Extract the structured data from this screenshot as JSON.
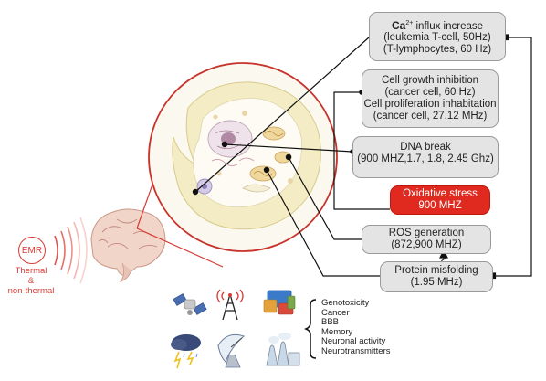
{
  "emr": {
    "label": "EMR",
    "sub_lines": [
      "Thermal",
      "&",
      "non-thermal"
    ]
  },
  "boxes": {
    "calcium": {
      "lines": [
        "(leukemia T-cell, 50Hz)",
        "(T-lymphocytes, 60 Hz)"
      ],
      "title_bold": "Ca",
      "title_sup": "2+",
      "title_rest": " influx increase"
    },
    "growth": {
      "lines": [
        "Cell growth inhibition",
        "(cancer cell, 60 Hz)",
        "Cell proliferation inhabitation",
        "(cancer cell, 27.12 MHz)"
      ]
    },
    "dna": {
      "lines": [
        "DNA break",
        "(900 MHZ,1.7, 1.8, 2.45 Ghz)"
      ]
    },
    "oxidative": {
      "lines": [
        "Oxidative stress",
        "900 MHZ"
      ]
    },
    "ros": {
      "lines": [
        "ROS generation",
        "(872,900 MHZ)"
      ]
    },
    "protein": {
      "lines": [
        "Protein misfolding",
        "(1.95 MHz)"
      ]
    }
  },
  "effects": [
    "Genotoxicity",
    "Cancer",
    "BBB",
    "Memory",
    "Neuronal activity",
    "Neurotransmitters"
  ],
  "icons": [
    "satellite-icon",
    "radio-tower-icon",
    "devices-icon",
    "storm-icon",
    "satellite-dish-icon",
    "power-plant-icon"
  ],
  "colors": {
    "accent_red": "#e02a1f",
    "box_fill": "#e4e4e4",
    "emr_red": "#d83a34"
  }
}
